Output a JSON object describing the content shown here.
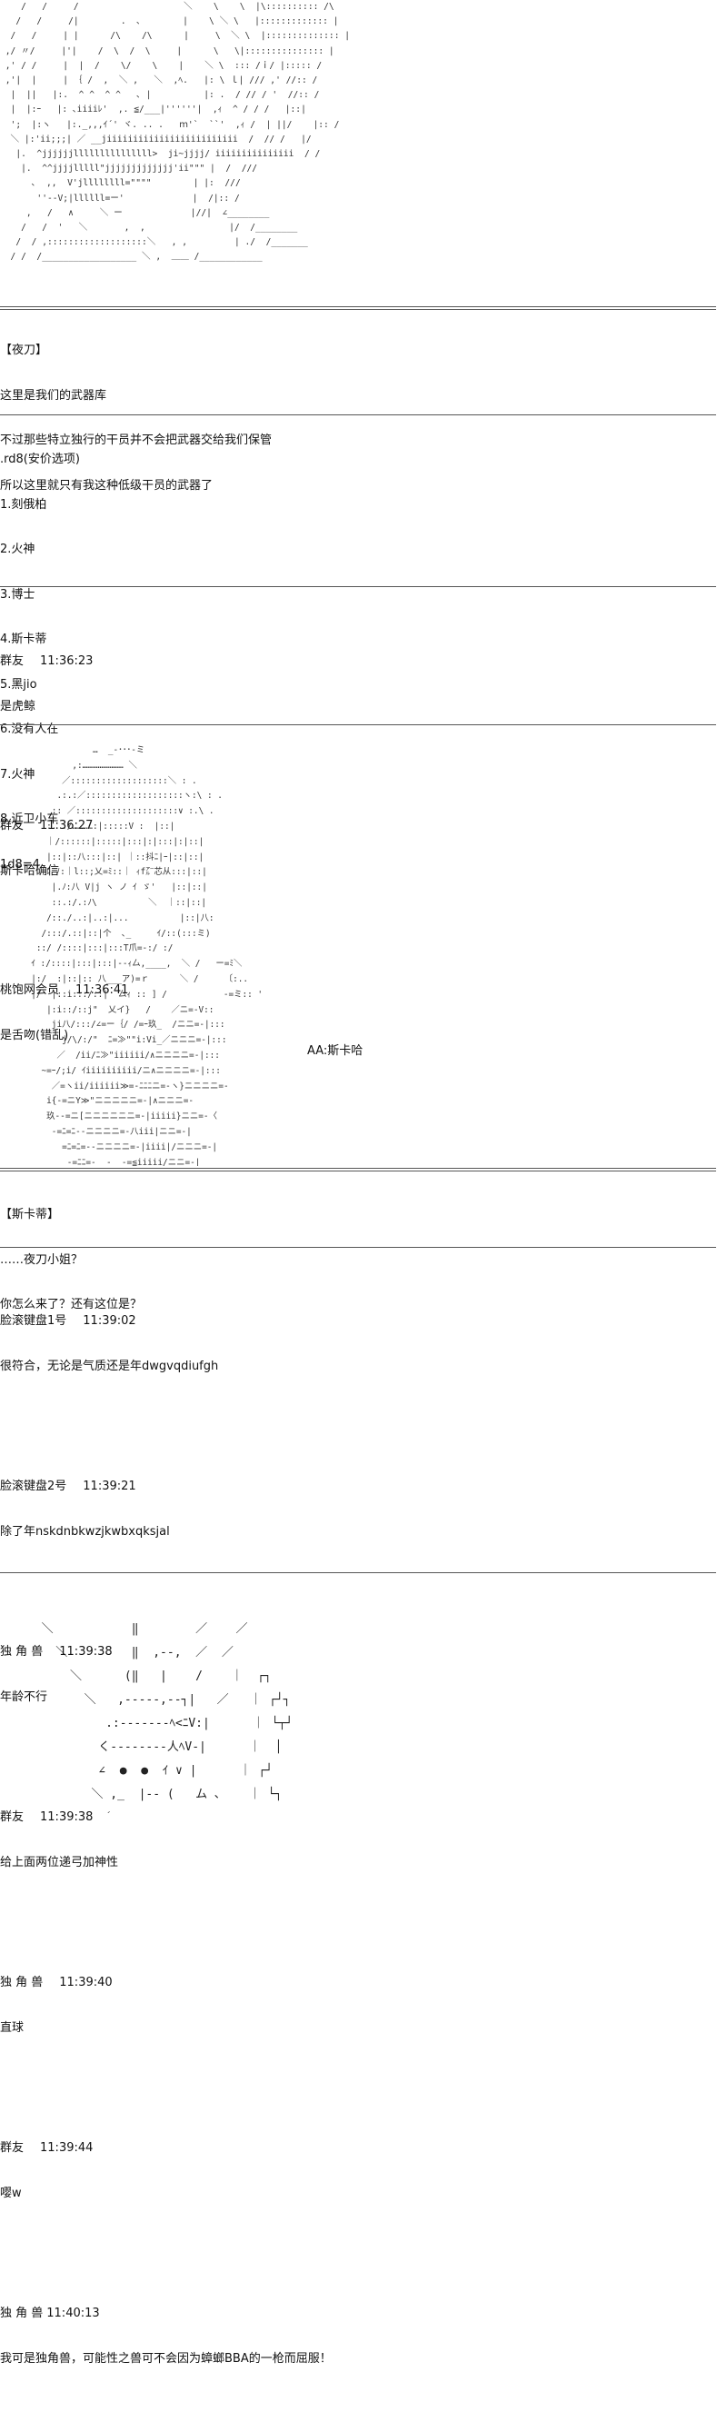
{
  "art": {
    "top_block": "    /   /     /                    ＼    \\    \\  |\\:::::::::: /\\\n   /   /     /|        .  ､        |    \\ ＼ \\   |::::::::::::: |\n  /   /     | |      /\\    /\\      |     \\  ＼ \\  |:::::::::::::: |\n ,/ 〃/     |'|    /  \\  /  \\     |      \\   \\|::::::::::::::: |\n ,' / /     |  |  /    \\/    \\    |    ＼ \\  ::: /ｉ/ |::::: /\n ,'|  |     | ｛ /  ,  ＼ ,   ＼  ,ﾍ.   |: \\ ｌ| /// ,' //:: /\n  |  ||   |:.  ^ ^  ^ ^   ､ |          |: .  / // / '  //:: /\n  |  |:ｰ   |: ､iiiiﾚ'  ,. ≦/___|''''''|  ,ｨ  ^ / / /   |::|\n  ';  |:ヽ   |:._,,,ｲ´' ヾ. .. .   ｍ'`  ``'  ,ｨ /  | ||/    |:: /\n  ＼ |:'ii;;;| ／ __jiiiiiiiiiiiiiiiiiiiiiiiii  /  // /   |/\n   |.  ^jjjjjjlllllllllllllll>  ji~jjjj/ iiiiiiiiiiiiiii  / /\n    |.  ^^jjjjlllll\"jjjjjjjjjjjjj'ii\"\"\" |  /  ///\n      ､  ,,  V'jllllllll=\"\"\"\"        | |:  ///\n       ''--V;|llllll=ー'             |  /|:: /\n     ,   /   ∧     ＼ ー             |//|  ∠________\n    /   /  '   ＼       ,  ,                |/  /________\n   /  / ,:::::::::::::::::::＼   , ,         | ./  /_______\n  / /  /__________________ ＼ ,  ＿＿ /____________",
    "scene2": "                 …  _-･･･-ミ\n             ,:…………………… ＼\n           ／:::::::::::::::::::＼ : .\n          .:.:／:::::::::::::::::::ヽ:\\ : .\n         :: ／::::::::::::::::::::∨ :.\\ .\n        :. :/…………:|:::::V :  |::|\n        ｜/::::::|:::::|:::|:|:::|:|::|\n        |::|::八:::|::| ｜::抖ﾆ|ｰ|::|::|\n        ﾚ ﾉ:｜l::;乂=ﾐ::｜ ｨf㌃芯从:::|::|\n         |.ﾉ:八 V|j ヽ ノ ｲ ゞ'   |::|::|\n         ::.:/.:ﾉ\\          ＼  ｜::|::|\n        /::./..:|..:|...          |::|八:\n       /:::/.::|::|个  ､_     ｲ/::(:::ミ)\n      ::/ /::::|:::|:::T爪=-:/ :/\n     ｲ :/::::|:::|:::|--ｨ厶,____,  ＼ /   ー=ﾐ＼\n     |:/  :|::|:: 八___ア)=ｒ      ＼ /     〔:..\n     |/  |::i:::/::|  厶ｨ :: ] /           -=ミ:: '\n        |:i::/::j\"  乂イ}   /    ／ニ=-V::\n         ji八/:::/∠=ー｛/ /=ｰ玖_  /ニニ=-|:::\n           j/\\/:/\"  ﾆ=≫\"\"i:Vi_／ニニニ=-|:::\n          ／  /ii/ﾆ≫\"iiiiii/∧ニニニニ=-|:::\n       ~=ｰ/;i/ ｲiiiiiiiiii/ニ∧ニニニニ=-|:::\n         ／=ヽii/iiiiii≫=-ﾆﾆﾆニ=-ヽ}ニニニニ=-\n        i{-=ニY≫\"ニニニニニ=-|∧ニニニ=-\n        玖--=ニ[ニニニニニニ=-|iiiii}ニニ=-〈\n         -=ﾆ=ﾆ--ニニニニ=-八iii|ニニ=-|\n           =ﾆ=ﾆ=--ニニニニ=-|iiii|/ニニニ=-|\n            -=ﾆﾆ=-  -  -=≦iiiii/ニニ=-|\n              V  ∧ニニニニ=-|i/ニニニ=-|\n               Vliii ヽニニニニ=-|i/ニニ=-|\n                 ヽ-ニニニニ=-|i/ニニニ=-|",
    "scene3": "  ＼           ‖        ／    ／\n    ＼         ‖  ,--,  ／  ／\n      ＼      (‖   |    /    ｜  ┌┐\n        ＼   ,-----,--┐|   ／   ｜ ┌┘┐\n           .:-------ﾍ<ﾆV:|      ｜ └┬┘\n          く--------人ﾍV-|      ｜  │\n          ∠  ●  ●  ｲ ∨ |      ｜ ┌┘\n         ＼ ,_  |-- (   ム ､    ｜ └┐\n          ／"
  },
  "aa_labels": {
    "scene2": "AA:斯卡哈"
  },
  "sections": {
    "yedao": {
      "lines": [
        "【夜刀】",
        "这里是我们的武器库",
        "不过那些特立独行的干员并不会把武器交给我们保管",
        "所以这里就只有我这种低级干员的武器了"
      ]
    },
    "roll": {
      "lines": [
        ".rd8(安价选项)",
        "1.刻俄柏",
        "2.火神",
        "3.博士",
        "4.斯卡蒂",
        "5.黑jio",
        "6.没有人在",
        "7.火神",
        "8.近卫小车",
        "1d8=4"
      ]
    },
    "chat1": [
      {
        "name": "群友",
        "time": "11:36:23",
        "text": "是虎鲸"
      },
      {
        "name": "群友",
        "time": "11:36:27",
        "text": "斯卡哈确信"
      },
      {
        "name": "桃饱网会员",
        "time": "11:36:41",
        "text": "是舌吻(错乱)"
      }
    ],
    "skadi": {
      "lines": [
        "【斯卡蒂】",
        "……夜刀小姐？",
        "你怎么来了？还有这位是？"
      ]
    },
    "chat2": [
      {
        "name": "脸滚键盘1号",
        "time": "11:39:02",
        "text": "很符合，无论是气质还是年dwgvqdiufgh"
      },
      {
        "name": "脸滚键盘2号",
        "time": "11:39:21",
        "text": "除了年nskdnbkwzjkwbxqksjal"
      },
      {
        "name": "独 角 兽",
        "time": "11:39:38",
        "text": "年龄不行"
      },
      {
        "name": "群友",
        "time": "11:39:38",
        "text": "给上面两位递弓加神性"
      },
      {
        "name": "独 角 兽",
        "time": "11:39:40",
        "text": "直球"
      },
      {
        "name": "群友",
        "time": "11:39:44",
        "text": "嘤w"
      },
      {
        "name": "独 角 兽",
        "time": "11:40:13",
        "text": "我可是独角兽，可能性之兽可不会因为蟑螂BBA的一枪而屈服！"
      }
    ]
  }
}
